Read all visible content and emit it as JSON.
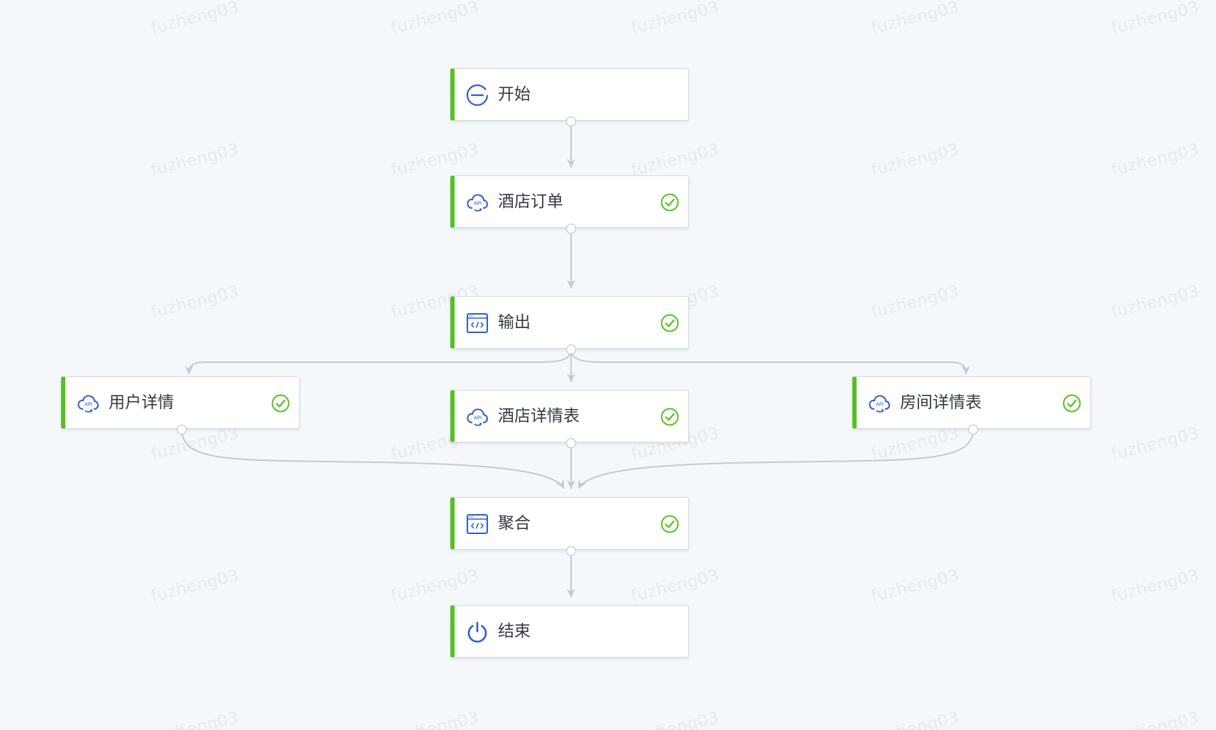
{
  "watermark": {
    "text": "fuzheng03"
  },
  "colors": {
    "background": "#f5f8fb",
    "node_accent": "#52c41a",
    "icon_blue": "#2b59e6",
    "check_green": "#52c41a",
    "edge_gray": "#c3c8d3"
  },
  "flow": {
    "nodes": [
      {
        "id": "start",
        "label": "开始",
        "icon": "start-icon",
        "status": ""
      },
      {
        "id": "hotel-order",
        "label": "酒店订单",
        "icon": "api-cloud-icon",
        "status": "success"
      },
      {
        "id": "output",
        "label": "输出",
        "icon": "code-window-icon",
        "status": "success"
      },
      {
        "id": "user-detail",
        "label": "用户详情",
        "icon": "api-cloud-icon",
        "status": "success"
      },
      {
        "id": "hotel-detail-table",
        "label": "酒店详情表",
        "icon": "api-cloud-icon",
        "status": "success"
      },
      {
        "id": "room-detail-table",
        "label": "房间详情表",
        "icon": "api-cloud-icon",
        "status": "success"
      },
      {
        "id": "aggregate",
        "label": "聚合",
        "icon": "code-window-icon",
        "status": "success"
      },
      {
        "id": "end",
        "label": "结束",
        "icon": "power-icon",
        "status": ""
      }
    ]
  }
}
